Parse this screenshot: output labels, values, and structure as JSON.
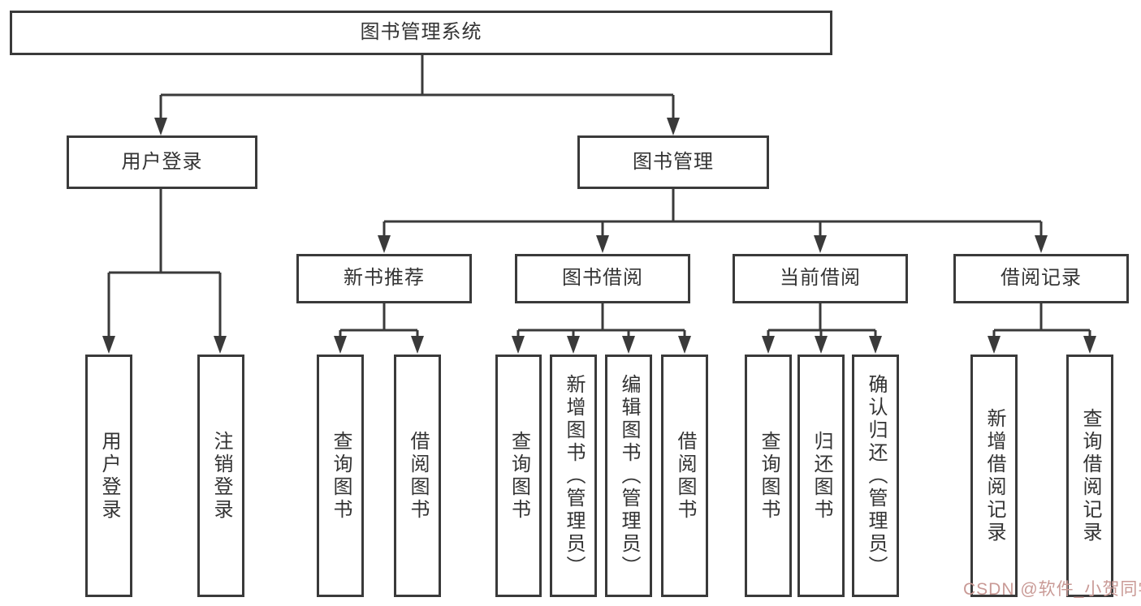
{
  "diagram": {
    "title": "图书管理系统",
    "nodes": {
      "root": {
        "label": "图书管理系统"
      },
      "userLogin": {
        "label": "用户登录"
      },
      "bookMgmt": {
        "label": "图书管理"
      },
      "newBookRec": {
        "label": "新书推荐"
      },
      "bookBorrow": {
        "label": "图书借阅"
      },
      "currentBorrow": {
        "label": "当前借阅"
      },
      "borrowRecords": {
        "label": "借阅记录"
      },
      "loginLeaf": {
        "label": "用户登录"
      },
      "logoutLeaf": {
        "label": "注销登录"
      },
      "queryBook1": {
        "label": "查询图书"
      },
      "borrowBook1": {
        "label": "借阅图书"
      },
      "queryBook2": {
        "label": "查询图书"
      },
      "addBook": {
        "label": "新增图书（管理员）"
      },
      "editBook": {
        "label": "编辑图书（管理员）"
      },
      "borrowBook2": {
        "label": "借阅图书"
      },
      "queryBook3": {
        "label": "查询图书"
      },
      "returnBook": {
        "label": "归还图书"
      },
      "confirmReturn": {
        "label": "确认归还（管理员）"
      },
      "addRecord": {
        "label": "新增借阅记录"
      },
      "queryRecord": {
        "label": "查询借阅记录"
      }
    },
    "edges": [
      {
        "parent": "图书管理系统",
        "children": [
          "用户登录",
          "图书管理"
        ]
      },
      {
        "parent": "用户登录",
        "children": [
          "用户登录",
          "注销登录"
        ]
      },
      {
        "parent": "图书管理",
        "children": [
          "新书推荐",
          "图书借阅",
          "当前借阅",
          "借阅记录"
        ]
      },
      {
        "parent": "新书推荐",
        "children": [
          "查询图书",
          "借阅图书"
        ]
      },
      {
        "parent": "图书借阅",
        "children": [
          "查询图书",
          "新增图书（管理员）",
          "编辑图书（管理员）",
          "借阅图书"
        ]
      },
      {
        "parent": "当前借阅",
        "children": [
          "查询图书",
          "归还图书",
          "确认归还（管理员）"
        ]
      },
      {
        "parent": "借阅记录",
        "children": [
          "新增借阅记录",
          "查询借阅记录"
        ]
      }
    ]
  },
  "watermark": {
    "text": "CSDN @软件_小贺同学"
  },
  "colors": {
    "line": "#3a3a3a",
    "text": "#333333",
    "bg": "#ffffff",
    "wm": "#c99a96"
  }
}
